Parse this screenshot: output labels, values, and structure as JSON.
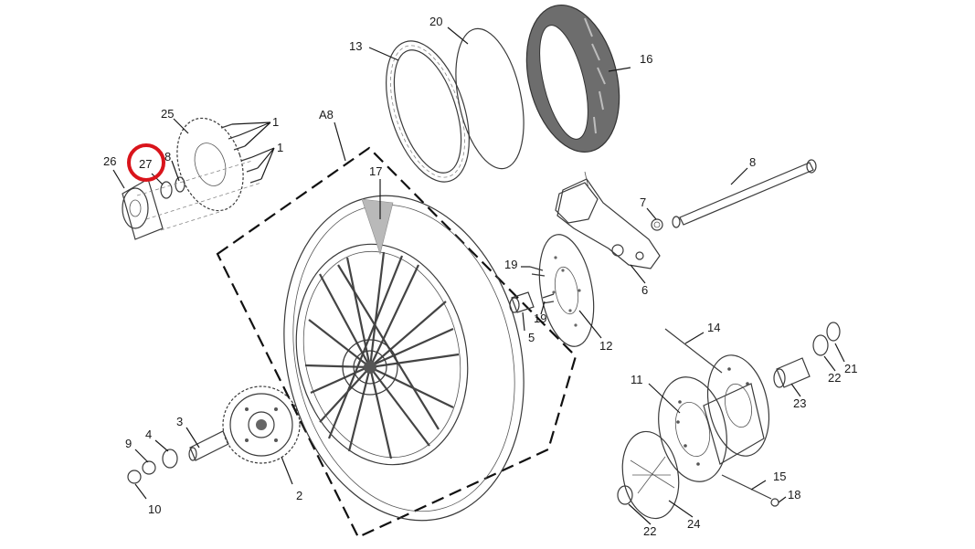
{
  "diagram": {
    "highlight_color": "#d9141b",
    "highlighted_part": "27",
    "assembly_label": "A8",
    "parts": [
      {
        "id": "p1a",
        "label": "1"
      },
      {
        "id": "p1b",
        "label": "1"
      },
      {
        "id": "p2",
        "label": "2"
      },
      {
        "id": "p3",
        "label": "3"
      },
      {
        "id": "p4",
        "label": "4"
      },
      {
        "id": "p5",
        "label": "5"
      },
      {
        "id": "p6",
        "label": "6"
      },
      {
        "id": "p7",
        "label": "7"
      },
      {
        "id": "p8",
        "label": "8"
      },
      {
        "id": "p8b",
        "label": "8"
      },
      {
        "id": "p9",
        "label": "9"
      },
      {
        "id": "p10",
        "label": "10"
      },
      {
        "id": "p11",
        "label": "11"
      },
      {
        "id": "p12",
        "label": "12"
      },
      {
        "id": "p13",
        "label": "13"
      },
      {
        "id": "p14",
        "label": "14"
      },
      {
        "id": "p15",
        "label": "15"
      },
      {
        "id": "p16",
        "label": "16"
      },
      {
        "id": "p17",
        "label": "17"
      },
      {
        "id": "p18",
        "label": "18"
      },
      {
        "id": "p19a",
        "label": "19"
      },
      {
        "id": "p19b",
        "label": "19"
      },
      {
        "id": "p20",
        "label": "20"
      },
      {
        "id": "p21",
        "label": "21"
      },
      {
        "id": "p22a",
        "label": "22"
      },
      {
        "id": "p22b",
        "label": "22"
      },
      {
        "id": "p23",
        "label": "23"
      },
      {
        "id": "p24",
        "label": "24"
      },
      {
        "id": "p25",
        "label": "25"
      },
      {
        "id": "p26",
        "label": "26"
      },
      {
        "id": "p27",
        "label": "27"
      }
    ]
  }
}
